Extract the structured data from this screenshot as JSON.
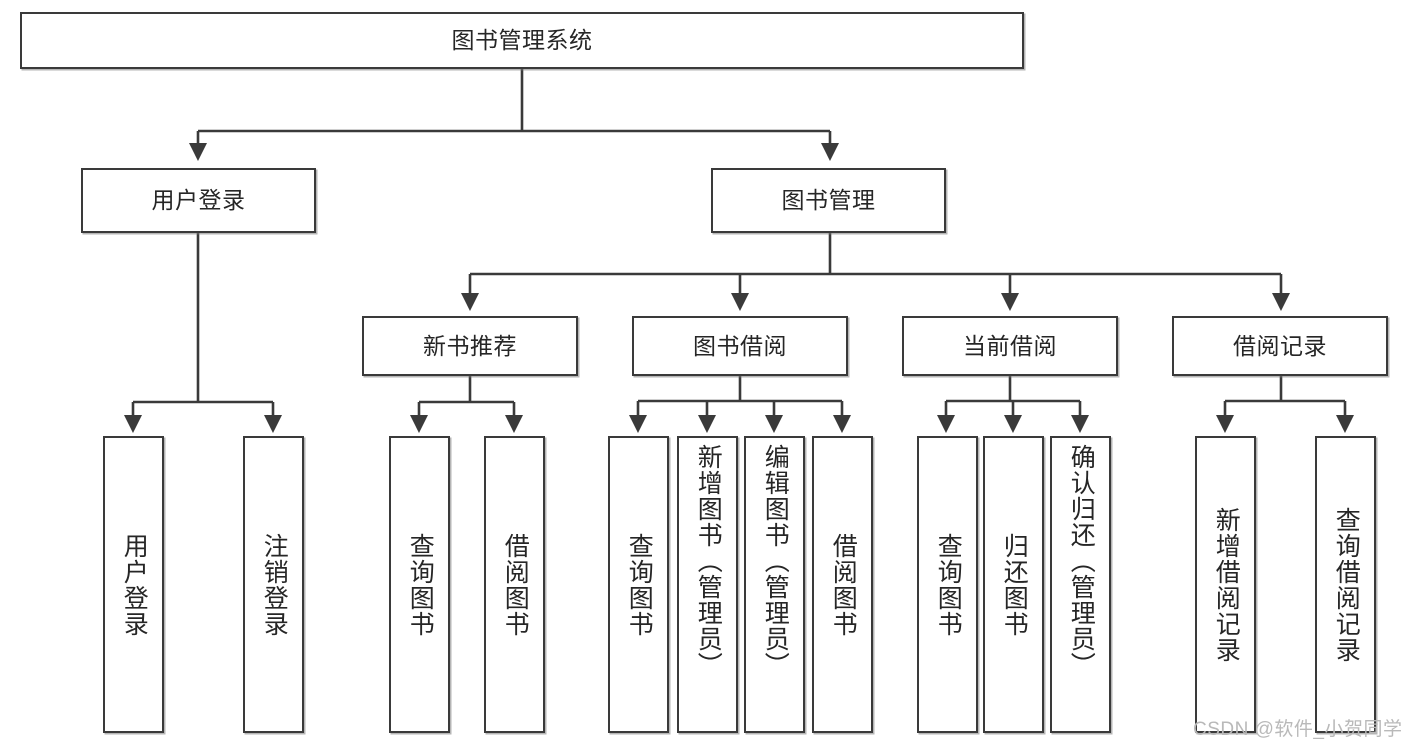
{
  "diagram": {
    "title": "图书管理系统",
    "type": "tree-hierarchy",
    "watermark": "CSDN @软件_小贺同学",
    "colors": {
      "stroke": "#3a3a3a",
      "fill": "#ffffff",
      "text": "#262626",
      "watermark": "#b9b9b9"
    },
    "root": {
      "label": "图书管理系统"
    },
    "level2": [
      {
        "label": "用户登录"
      },
      {
        "label": "图书管理"
      }
    ],
    "level3": [
      {
        "label": "新书推荐"
      },
      {
        "label": "图书借阅"
      },
      {
        "label": "当前借阅"
      },
      {
        "label": "借阅记录"
      }
    ],
    "leaves": {
      "user_login": [
        {
          "label": "用户登录"
        },
        {
          "label": "注销登录"
        }
      ],
      "new_book_recommend": [
        {
          "label": "查询图书"
        },
        {
          "label": "借阅图书"
        }
      ],
      "book_borrow": [
        {
          "label": "查询图书"
        },
        {
          "label": "新增图书（管理员）"
        },
        {
          "label": "编辑图书（管理员）"
        },
        {
          "label": "借阅图书"
        }
      ],
      "current_borrow": [
        {
          "label": "查询图书"
        },
        {
          "label": "归还图书"
        },
        {
          "label": "确认归还（管理员）"
        }
      ],
      "borrow_record": [
        {
          "label": "新增借阅记录"
        },
        {
          "label": "查询借阅记录"
        }
      ]
    }
  }
}
